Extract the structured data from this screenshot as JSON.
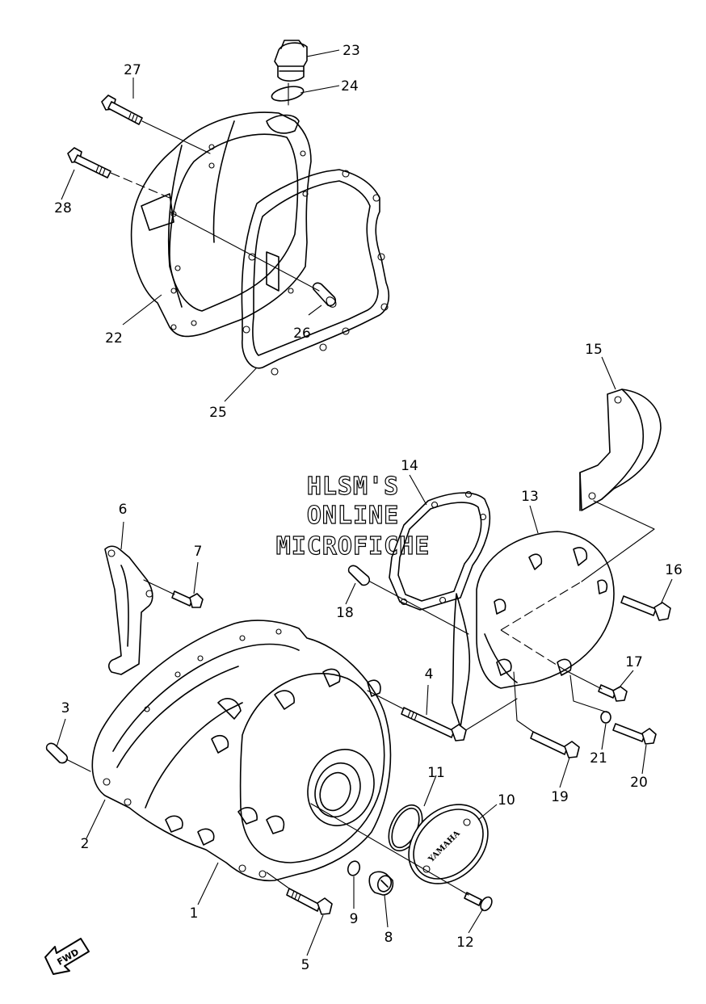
{
  "watermark": {
    "line1": "HLSM'S",
    "line2": "ONLINE",
    "line3": "MICROFICHE"
  },
  "direction_label": "FWD",
  "brand_mark": "YAMAHA",
  "callouts": {
    "c1": "1",
    "c2": "2",
    "c3": "3",
    "c4": "4",
    "c5": "5",
    "c6": "6",
    "c7": "7",
    "c8": "8",
    "c9": "9",
    "c10": "10",
    "c11": "11",
    "c12": "12",
    "c13": "13",
    "c14": "14",
    "c15": "15",
    "c16": "16",
    "c17": "17",
    "c18": "18",
    "c19": "19",
    "c20": "20",
    "c21": "21",
    "c22": "22",
    "c23": "23",
    "c24": "24",
    "c25": "25",
    "c26": "26",
    "c27": "27",
    "c28": "28"
  }
}
